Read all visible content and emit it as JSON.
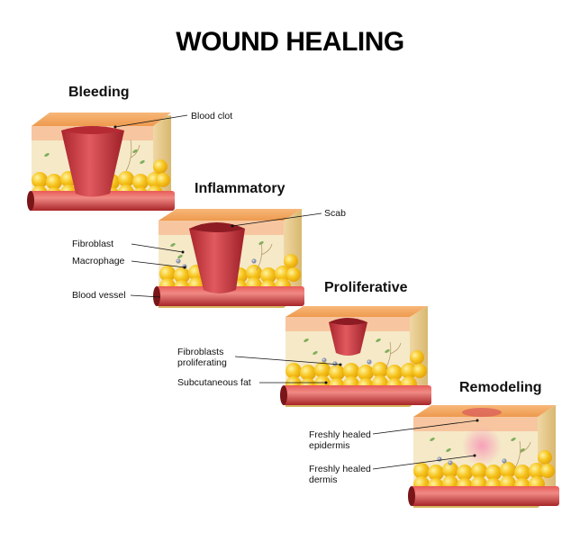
{
  "title": "WOUND HEALING",
  "stages": [
    {
      "name": "Bleeding",
      "labels": [
        "Blood clot"
      ]
    },
    {
      "name": "Inflammatory",
      "labels": [
        "Scab",
        "Fibroblast",
        "Macrophage",
        "Blood vessel"
      ]
    },
    {
      "name": "Proliferative",
      "labels": [
        "Fibroblasts\nproliferating",
        "Subcutaneous fat"
      ]
    },
    {
      "name": "Remodeling",
      "labels": [
        "Freshly healed\nepidermis",
        "Freshly healed\ndermis"
      ]
    }
  ],
  "colors": {
    "epidermis_top": "#f3a15c",
    "epidermis_side": "#f7c6a0",
    "dermis": "#f5e9c8",
    "fat": "#f6c31b",
    "fat_dark": "#e6a50d",
    "vessel": "#d9393a",
    "wound": "#c0303a",
    "base": "#d6b45e"
  }
}
